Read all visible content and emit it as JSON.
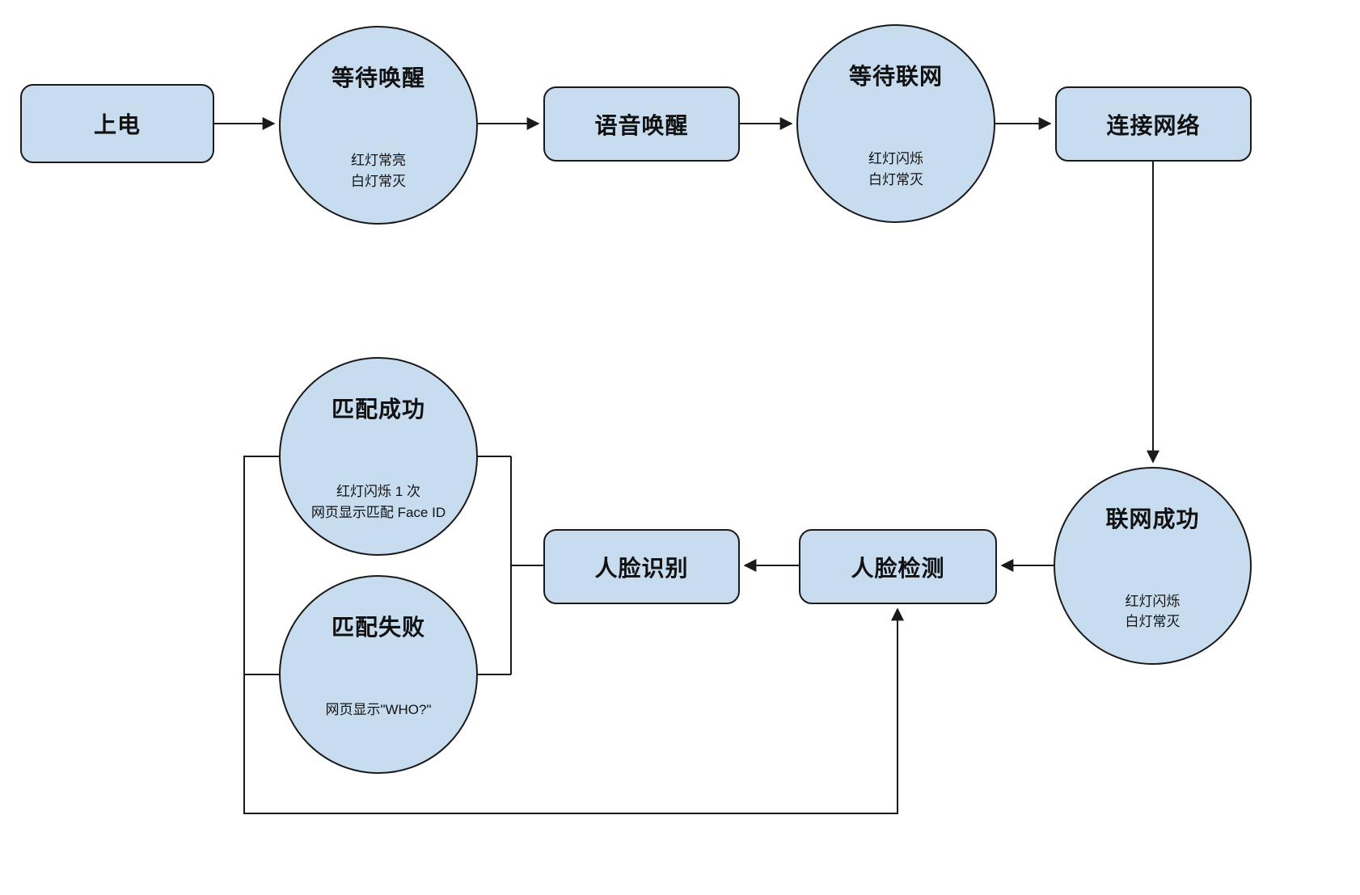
{
  "colors": {
    "node_fill": "#c8dcf0",
    "node_stroke": "#1a1a1a",
    "connector": "#1a1a1a",
    "background": "#ffffff",
    "text": "#111111"
  },
  "nodes": {
    "power_on": {
      "shape": "rect",
      "label": "上电"
    },
    "wait_wake": {
      "shape": "circle",
      "label": "等待唤醒",
      "note": "红灯常亮\n白灯常灭"
    },
    "voice_wake": {
      "shape": "rect",
      "label": "语音唤醒"
    },
    "wait_network": {
      "shape": "circle",
      "label": "等待联网",
      "note": "红灯闪烁\n白灯常灭"
    },
    "connect_network": {
      "shape": "rect",
      "label": "连接网络"
    },
    "network_success": {
      "shape": "circle",
      "label": "联网成功",
      "note": "红灯闪烁\n白灯常灭"
    },
    "face_detect": {
      "shape": "rect",
      "label": "人脸检测"
    },
    "face_recognize": {
      "shape": "rect",
      "label": "人脸识别"
    },
    "match_success": {
      "shape": "circle",
      "label": "匹配成功",
      "note": "红灯闪烁 1 次\n网页显示匹配 Face ID"
    },
    "match_fail": {
      "shape": "circle",
      "label": "匹配失败",
      "note": "网页显示\"WHO?\""
    }
  }
}
